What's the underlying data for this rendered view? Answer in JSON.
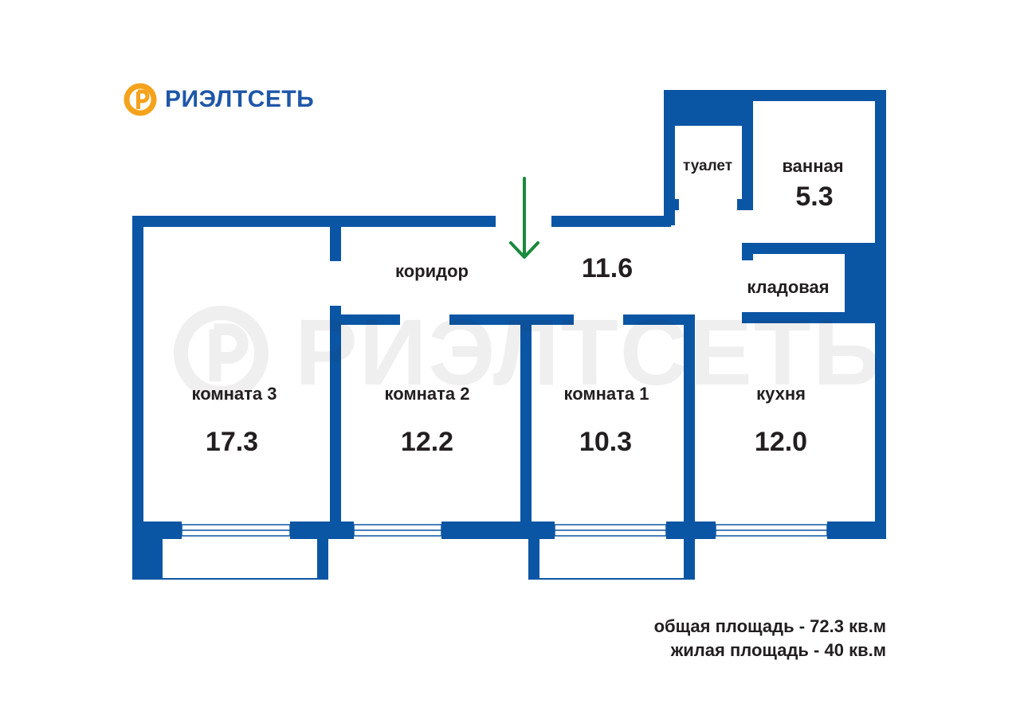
{
  "brand": {
    "name": "РИЭЛТСЕТЬ",
    "watermark": "РИЭЛТСЕТЬ"
  },
  "colors": {
    "wall": "#0b55a5",
    "brand_orange": "#f5a21c",
    "brand_blue": "#1e57a8",
    "arrow": "#1a8a3c",
    "text": "#231f20"
  },
  "rooms": {
    "bathroom": {
      "name": "ванная",
      "area": "5.3"
    },
    "toilet": {
      "name": "туалет"
    },
    "corridor": {
      "name": "коридор",
      "area": "11.6"
    },
    "storage": {
      "name": "кладовая"
    },
    "room3": {
      "name": "комната 3",
      "area": "17.3"
    },
    "room2": {
      "name": "комната 2",
      "area": "12.2"
    },
    "room1": {
      "name": "комната 1",
      "area": "10.3"
    },
    "kitchen": {
      "name": "кухня",
      "area": "12.0"
    }
  },
  "totals": {
    "total_area": "общая площадь - 72.3 кв.м",
    "living_area": "жилая площадь - 40 кв.м"
  },
  "icons": {
    "logo": "realtset-logo-icon",
    "entrance": "entrance-arrow-icon"
  }
}
